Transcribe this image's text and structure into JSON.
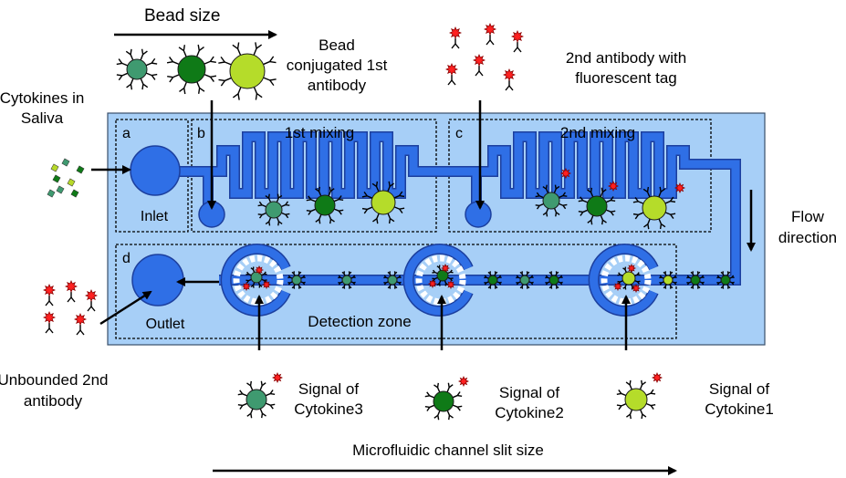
{
  "labels": {
    "bead_size": "Bead size",
    "bead_conj_1": "Bead",
    "bead_conj_2": "conjugated 1st",
    "bead_conj_3": "antibody",
    "second_ab_1": "2nd antibody with",
    "second_ab_2": "fluorescent tag",
    "cytokines_1": "Cytokines in",
    "cytokines_2": "Saliva",
    "flow_1": "Flow",
    "flow_2": "direction",
    "unbound_1": "Unbounded 2nd",
    "unbound_2": "antibody",
    "signal3_1": "Signal of",
    "signal3_2": "Cytokine3",
    "signal2_1": "Signal of",
    "signal2_2": "Cytokine2",
    "signal1_1": "Signal of",
    "signal1_2": "Cytokine1",
    "slit_size": "Microfluidic channel slit size"
  },
  "zones": {
    "a": "a",
    "b": "b",
    "c": "c",
    "d": "d",
    "first_mixing": "1st mixing",
    "second_mixing": "2nd mixing",
    "inlet": "Inlet",
    "outlet": "Outlet",
    "detection_zone": "Detection zone"
  },
  "colors": {
    "chip_fill": "#a7cff7",
    "channel_fill": "#2f6fe6",
    "channel_stroke": "#1c3f9e",
    "bead_small": "#3f9a70",
    "bead_medium": "#0f7a17",
    "bead_large": "#b5dc2a",
    "fluor_tag": "#ff2020",
    "cytokine": "#5aa83a"
  }
}
